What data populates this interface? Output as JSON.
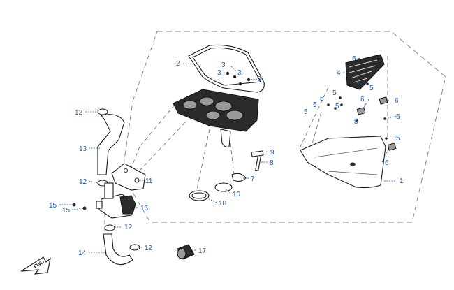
{
  "labels": {
    "l1": "1",
    "l2": "2",
    "l3a": "3",
    "l3b": "3",
    "l3c": "3",
    "l3d": "3",
    "l4": "4",
    "l5a": "5",
    "l5b": "5",
    "l5c": "5",
    "l5d": "5",
    "l5e": "5",
    "l5f": "5",
    "l5g": "5",
    "l5h": "5",
    "l5i": "5",
    "l6a": "6",
    "l6b": "6",
    "l6c": "6",
    "l7": "7",
    "l8": "8",
    "l9": "9",
    "l10a": "10",
    "l10b": "10",
    "l11": "11",
    "l12a": "12",
    "l12b": "12",
    "l12c": "12",
    "l12d": "12",
    "l13": "13",
    "l14": "14",
    "l15a": "15",
    "l15b": "15",
    "l16": "16",
    "l17": "17"
  },
  "fwd_arrow": {
    "text": "FWD"
  },
  "colors": {
    "callout": "#1e5aa6",
    "outline": "#1a1a1a"
  }
}
